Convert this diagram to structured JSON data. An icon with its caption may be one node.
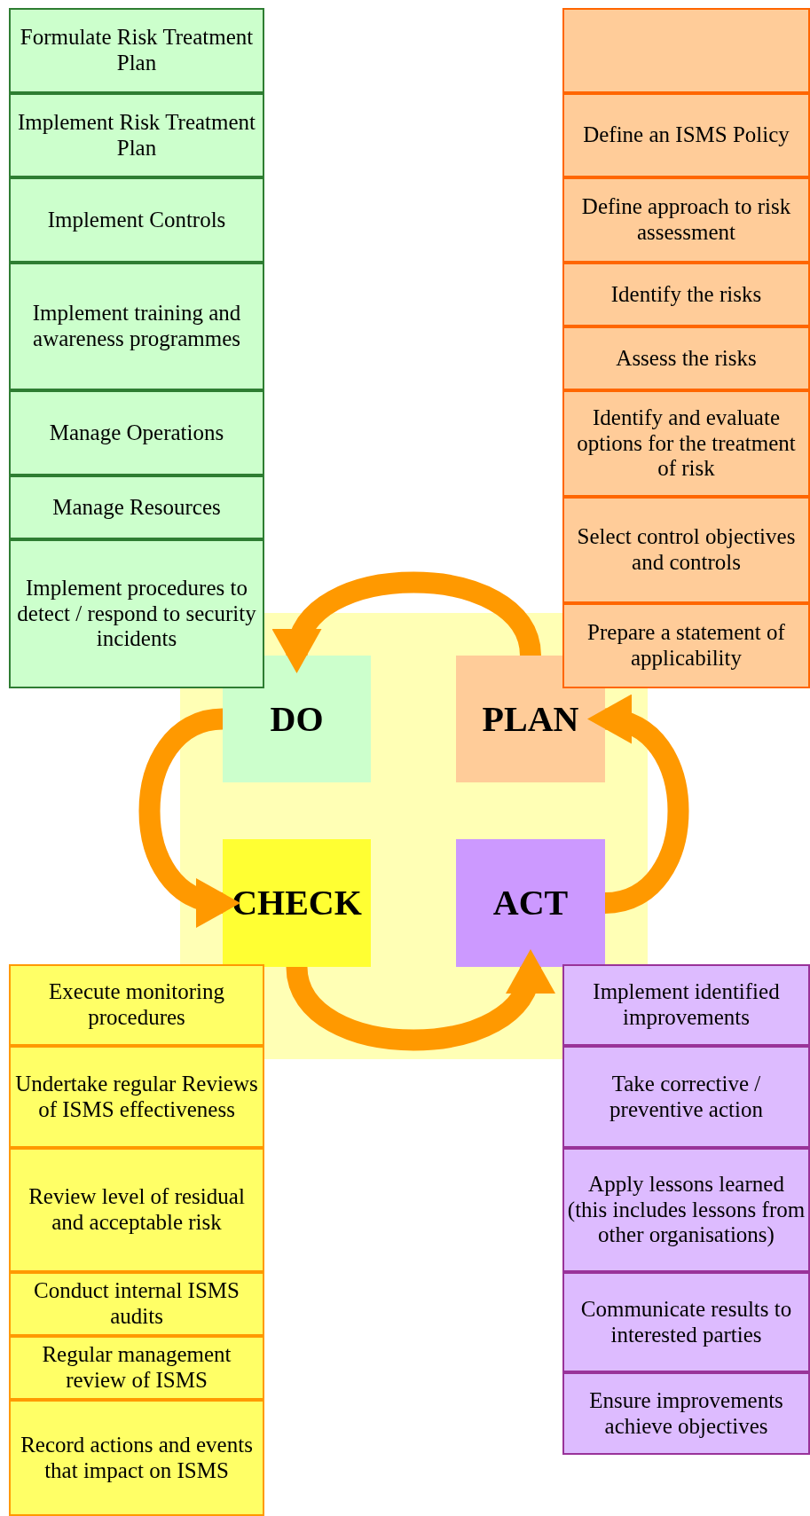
{
  "diagram": {
    "nodes": [
      {
        "text": [
          "Formulate Risk Treatment Plan"
        ]
      },
      {
        "text": [
          "Implement Risk Treatment Plan"
        ]
      },
      {
        "text": [
          "Implement Controls"
        ]
      },
      {
        "text": [
          "Implement training and awareness programmes"
        ]
      },
      {
        "text": [
          "Manage Operations"
        ]
      },
      {
        "text": [
          "Manage Resources"
        ]
      },
      {
        "text": [
          "Implement procedures to detect / respond to security incidents"
        ]
      },
      {
        "text": [],
        "shape": "box"
      },
      {
        "text": [
          "Define an ISMS Policy"
        ]
      },
      {
        "text": [
          "Define approach to risk assessment"
        ]
      },
      {
        "text": [
          "Identify the risks"
        ]
      },
      {
        "text": [
          "Assess the risks"
        ]
      },
      {
        "text": [
          "Identify and evaluate options for the treatment of risk"
        ]
      },
      {
        "text": [
          "Select control objectives and controls"
        ]
      },
      {
        "text": [
          "Prepare a statement of applicability"
        ]
      },
      {
        "text": [],
        "shape": "box"
      },
      {
        "text": [
          "DO"
        ],
        "in": 15
      },
      {
        "text": [
          "PLAN"
        ],
        "in": 15
      },
      {
        "text": [
          "CHECK"
        ],
        "in": 15
      },
      {
        "text": [
          "ACT"
        ],
        "in": 15
      },
      {
        "text": [
          "Execute monitoring procedures"
        ]
      },
      {
        "text": [
          "Undertake regular Reviews of ISMS effectiveness"
        ]
      },
      {
        "text": [
          "Review level of residual and acceptable risk"
        ]
      },
      {
        "text": [
          "Conduct internal ISMS audits"
        ]
      },
      {
        "text": [
          "Regular management review of ISMS"
        ]
      },
      {
        "text": [
          "Record actions and events that impact on ISMS"
        ]
      },
      {
        "text": [
          "Implement identified improvements"
        ]
      },
      {
        "text": [
          "Take corrective / preventive action"
        ]
      },
      {
        "text": [
          "Apply lessons learned (this includes lessons from other organisations)"
        ]
      },
      {
        "text": [
          "Communicate results to interested parties"
        ]
      },
      {
        "text": [
          "Ensure improvements achieve objectives"
        ]
      }
    ],
    "edges": [
      {
        "from": 17,
        "to": 16,
        "arrow": "to"
      },
      {
        "from": 16,
        "to": 18,
        "arrow": "to"
      },
      {
        "from": 18,
        "to": 19,
        "arrow": "to"
      },
      {
        "from": 19,
        "to": 17,
        "arrow": "to"
      }
    ]
  }
}
